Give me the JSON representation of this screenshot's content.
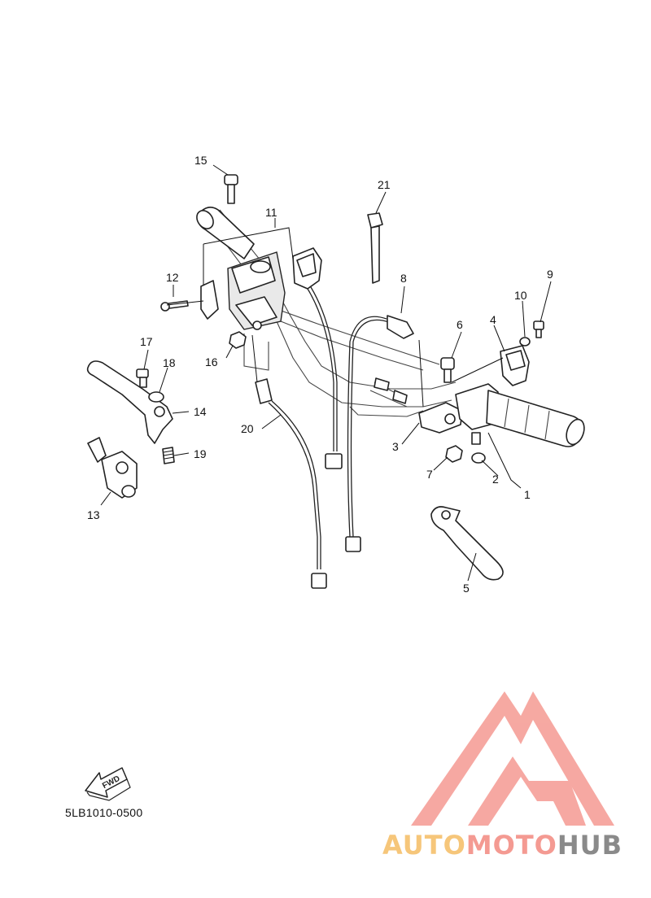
{
  "diagram": {
    "drawing_code": "5LB1010-0500",
    "fwd_label": "FWD",
    "callouts": [
      "1",
      "2",
      "3",
      "4",
      "5",
      "6",
      "7",
      "8",
      "9",
      "10",
      "11",
      "12",
      "13",
      "14",
      "15",
      "16",
      "17",
      "18",
      "19",
      "20",
      "21"
    ]
  },
  "watermark": {
    "brand_part1": "AUTO",
    "brand_part2": "MOTO",
    "brand_part3": "HUB",
    "colors": {
      "auto": "#f6c67a",
      "moto": "#f49a92",
      "hub": "#8a8a8a",
      "logo": "#f59a92"
    }
  }
}
